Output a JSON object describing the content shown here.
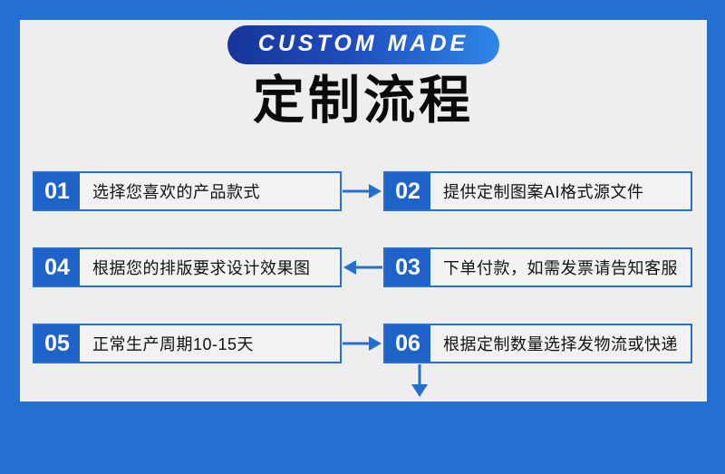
{
  "theme": {
    "frame_color": "#2470d0",
    "stage_bg": "#eeeeee",
    "accent_blue": "#2063c8",
    "badge_gradient_start": "#17359b",
    "badge_gradient_end": "#2f86e8",
    "text_color": "#121212"
  },
  "header": {
    "badge_label": "CUSTOM MADE",
    "title": "定制流程"
  },
  "flow": {
    "rows": [
      {
        "left": {
          "number": "01",
          "text": "选择您喜欢的产品款式"
        },
        "connector": "arrow-right-icon",
        "right": {
          "number": "02",
          "text": "提供定制图案AI格式源文件"
        }
      },
      {
        "left": {
          "number": "04",
          "text": "根据您的排版要求设计效果图"
        },
        "connector": "arrow-left-icon",
        "right": {
          "number": "03",
          "text": "下单付款，如需发票请告知客服"
        }
      },
      {
        "left": {
          "number": "05",
          "text": "正常生产周期10-15天"
        },
        "connector": "arrow-right-icon",
        "right": {
          "number": "06",
          "text": "根据定制数量选择发物流或快递"
        }
      }
    ],
    "vertical_connectors": [
      {
        "name": "arrow-down-icon-step02-to-step03",
        "column": "right"
      },
      {
        "name": "arrow-down-icon-step04-to-step05",
        "column": "left"
      }
    ]
  }
}
